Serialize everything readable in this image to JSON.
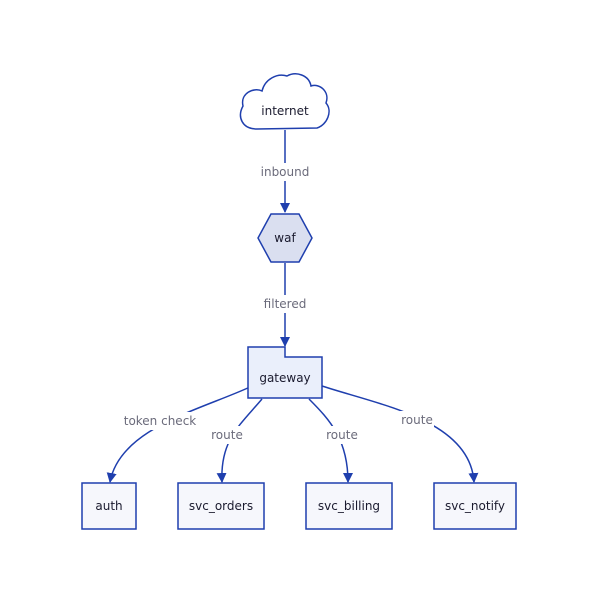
{
  "colors": {
    "stroke": "#1f3fae",
    "node_fill": "#f6f7fc",
    "gateway_fill": "#eaeffb",
    "waf_fill": "#dadff0",
    "edge_label": "#6b6b7b",
    "node_label": "#1a1a2e"
  },
  "nodes": {
    "internet": {
      "label": "internet",
      "shape": "cloud"
    },
    "waf": {
      "label": "waf",
      "shape": "hexagon"
    },
    "gateway": {
      "label": "gateway",
      "shape": "folder"
    },
    "auth": {
      "label": "auth",
      "shape": "rectangle"
    },
    "svc_orders": {
      "label": "svc_orders",
      "shape": "rectangle"
    },
    "svc_billing": {
      "label": "svc_billing",
      "shape": "rectangle"
    },
    "svc_notify": {
      "label": "svc_notify",
      "shape": "rectangle"
    }
  },
  "edges": {
    "internet_waf": {
      "from": "internet",
      "to": "waf",
      "label": "inbound"
    },
    "waf_gateway": {
      "from": "waf",
      "to": "gateway",
      "label": "filtered"
    },
    "gateway_auth": {
      "from": "gateway",
      "to": "auth",
      "label": "token check"
    },
    "gateway_orders": {
      "from": "gateway",
      "to": "svc_orders",
      "label": "route"
    },
    "gateway_billing": {
      "from": "gateway",
      "to": "svc_billing",
      "label": "route"
    },
    "gateway_notify": {
      "from": "gateway",
      "to": "svc_notify",
      "label": "route"
    }
  }
}
